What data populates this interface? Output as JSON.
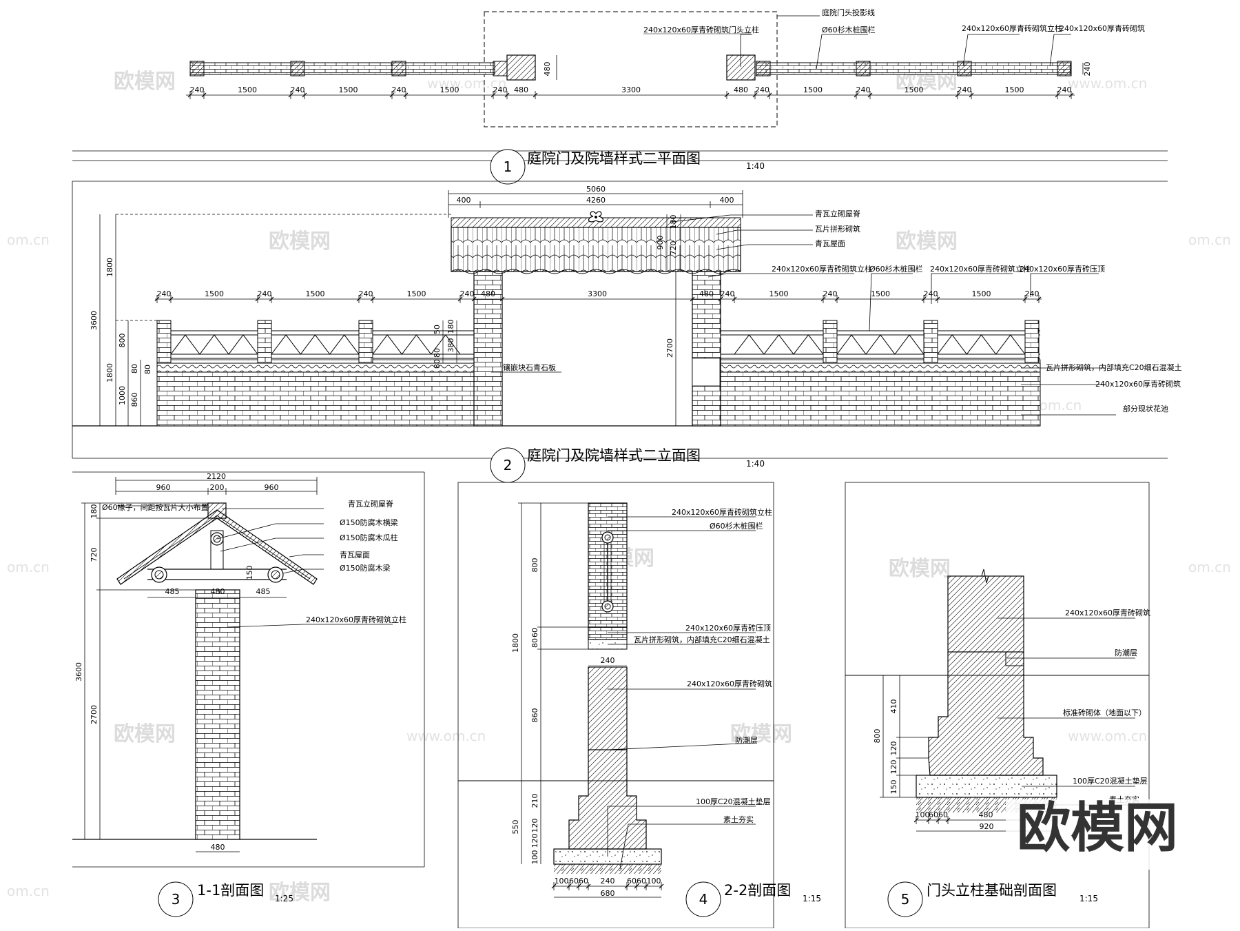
{
  "titles": {
    "plan": "庭院门及院墙样式二平面图",
    "elevation": "庭院门及院墙样式二立面图",
    "sec11": "1-1剖面图",
    "sec22": "2-2剖面图",
    "sec5": "门头立柱基础剖面图"
  },
  "numbers": {
    "plan": "1",
    "elevation": "2",
    "sec11": "3",
    "sec22": "4",
    "sec5": "5"
  },
  "scales": {
    "plan": "1:40",
    "elevation": "1:40",
    "sec11": "1:25",
    "sec22": "1:15",
    "sec5": "1:15"
  },
  "plan": {
    "dims_bottom": [
      "240",
      "1500",
      "240",
      "1500",
      "240",
      "1500",
      "240",
      "480",
      "3300",
      "480",
      "240",
      "1500",
      "240",
      "1500",
      "240",
      "1500",
      "240"
    ],
    "dim_side": "480",
    "dim_side_right": "240",
    "labels": [
      "庭院门头投影线",
      "240x120x60厚青砖砌筑门头立柱",
      "Ø60杉木桩围栏",
      "240x120x60厚青砖砌筑立柱",
      "240x120x60厚青砖砌筑"
    ]
  },
  "elevation": {
    "dims_top_overall": "5060",
    "dims_top_roof": [
      "400",
      "4260",
      "400"
    ],
    "dims_wall": [
      "240",
      "1500",
      "240",
      "1500",
      "240",
      "1500",
      "240",
      "480",
      "3300",
      "480",
      "240",
      "1500",
      "240",
      "1500",
      "240",
      "1500",
      "240"
    ],
    "dims_left": [
      "3600",
      "1800",
      "1800",
      "800",
      "1000",
      "860",
      "80",
      "80"
    ],
    "dims_small": [
      "50",
      "180",
      "380",
      "80",
      "80"
    ],
    "dims_roof": [
      "180",
      "900",
      "720"
    ],
    "dim_gate_height": "2700",
    "labels": [
      "青瓦立砌屋脊",
      "瓦片拼形砌筑",
      "青瓦屋面",
      "240x120x60厚青砖砌筑立柱",
      "Ø60杉木桩围栏",
      "240x120x60厚青砖砌筑立柱",
      "240x120x60厚青砖压顶",
      "镶嵌块石青石板",
      "瓦片拼形砌筑，内部填充C20细石混凝土",
      "240x120x60厚青砖砌筑",
      "部分现状花池"
    ]
  },
  "section11": {
    "dims_top": [
      "2120",
      "960",
      "200",
      "960"
    ],
    "dims_mid": [
      "485",
      "480",
      "485"
    ],
    "dims_left": [
      "180",
      "720",
      "3600",
      "2700",
      "150"
    ],
    "dim_bottom": "480",
    "labels": [
      "Ø60椽子，间距按瓦片大小布置",
      "青瓦立砌屋脊",
      "Ø150防腐木横梁",
      "Ø150防腐木瓜柱",
      "青瓦屋面",
      "Ø150防腐木梁",
      "240x120x60厚青砖砌筑立柱"
    ]
  },
  "section22": {
    "dims_left": [
      "800",
      "1800",
      "80",
      "60",
      "860",
      "550",
      "210",
      "120",
      "100",
      "120"
    ],
    "dims_bottom": [
      "100",
      "60",
      "60",
      "240",
      "60",
      "60",
      "100"
    ],
    "dim_total": "680",
    "dim_col": "240",
    "labels": [
      "240x120x60厚青砖砌筑立柱",
      "Ø60杉木桩围栏",
      "240x120x60厚青砖压顶",
      "瓦片拼形砌筑，内部填充C20细石混凝土",
      "240x120x60厚青砖砌筑",
      "防潮层",
      "100厚C20混凝土垫层",
      "素土夯实"
    ]
  },
  "section5": {
    "dims_left": [
      "800",
      "410",
      "120",
      "120",
      "150"
    ],
    "dims_bottom": [
      "100",
      "60",
      "60",
      "480"
    ],
    "dim_total": "920",
    "labels": [
      "240x120x60厚青砖砌筑",
      "防潮层",
      "标准砖砌体（地面以下）",
      "100厚C20混凝土垫层",
      "素土夯实"
    ]
  },
  "watermarks": {
    "brand": "欧模网",
    "site": "www.om.cn",
    "site_short": "om.cn"
  }
}
